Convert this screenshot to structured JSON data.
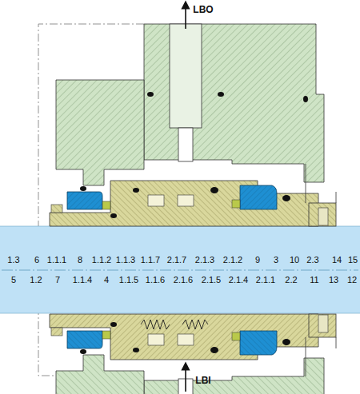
{
  "diagram": {
    "labels": [
      "LBO",
      "1.3",
      "6",
      "1.1.1",
      "8",
      "1.1.2",
      "1.1.3",
      "1.1.7",
      "2.1.7",
      "2.1.3",
      "2.1.2",
      "9",
      "3",
      "10",
      "2.3",
      "14",
      "15",
      "5",
      "1.2",
      "7",
      "1.1.4",
      "4",
      "1.1.5",
      "1.1.6",
      "2.1.6",
      "2.1.5",
      "2.1.4",
      "2.1.1",
      "2.2",
      "11",
      "13",
      "12",
      "LBI"
    ]
  }
}
